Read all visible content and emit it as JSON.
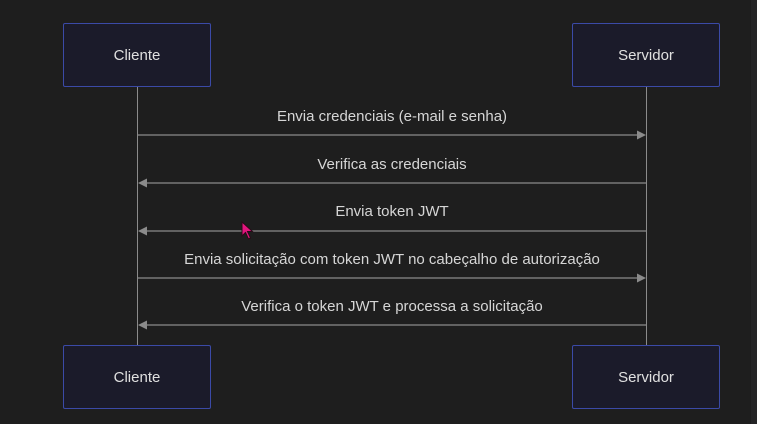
{
  "diagram": {
    "participants": {
      "client": "Cliente",
      "server": "Servidor"
    },
    "messages": [
      {
        "from": "client",
        "to": "server",
        "label": "Envia credenciais (e-mail e senha)"
      },
      {
        "from": "server",
        "to": "client",
        "label": "Verifica as credenciais"
      },
      {
        "from": "server",
        "to": "client",
        "label": "Envia token JWT"
      },
      {
        "from": "client",
        "to": "server",
        "label": "Envia solicitação com token JWT no cabeçalho de autorização"
      },
      {
        "from": "server",
        "to": "client",
        "label": "Verifica o token JWT e processa a solicitação"
      }
    ]
  },
  "colors": {
    "background": "#1e1e1e",
    "actor_border": "#3b4aa7",
    "actor_fill": "#1b1b2a",
    "line": "#8b8b8b",
    "text": "#d6d6d6",
    "cursor": "#e3157e"
  },
  "cursor": {
    "icon": "mouse-pointer-icon"
  }
}
